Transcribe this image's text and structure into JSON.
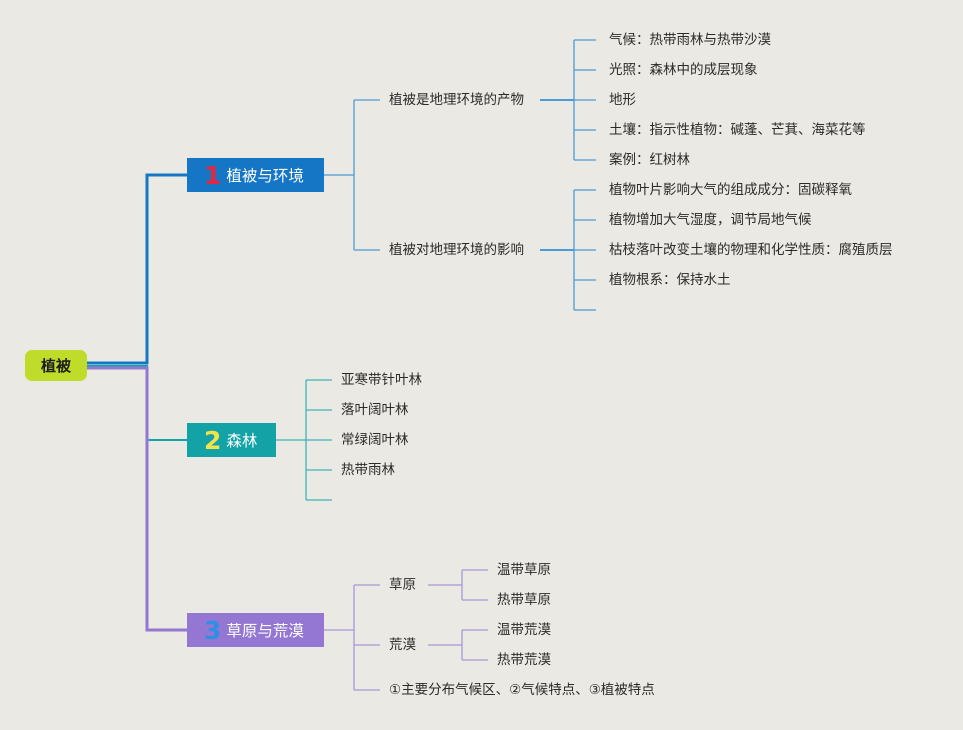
{
  "root": "植被",
  "topics": [
    {
      "num": "1",
      "label": "植被与环境",
      "subs": [
        {
          "label": "植被是地理环境的产物",
          "items": [
            "气候：热带雨林与热带沙漠",
            "光照：森林中的成层现象",
            "地形",
            "土壤：指示性植物：碱蓬、芒萁、海菜花等",
            "案例：红树林"
          ]
        },
        {
          "label": "植被对地理环境的影响",
          "items": [
            "植物叶片影响大气的组成成分：固碳释氧",
            "植物增加大气湿度，调节局地气候",
            "枯枝落叶改变土壤的物理和化学性质：腐殖质层",
            "植物根系：保持水土",
            ""
          ]
        }
      ]
    },
    {
      "num": "2",
      "label": "森林",
      "items": [
        "亚寒带针叶林",
        "落叶阔叶林",
        "常绿阔叶林",
        "热带雨林",
        ""
      ]
    },
    {
      "num": "3",
      "label": "草原与荒漠",
      "subs": [
        {
          "label": "草原",
          "items": [
            "温带草原",
            "热带草原"
          ]
        },
        {
          "label": "荒漠",
          "items": [
            "温带荒漠",
            "热带荒漠"
          ]
        },
        {
          "label": "①主要分布气候区、②气候特点、③植被特点",
          "items": []
        }
      ]
    }
  ],
  "colors": {
    "background": "#ebe9e3",
    "root": "#bfdc2b",
    "topic1": "#1576c6",
    "topic1_line": "#4a9bd6",
    "topic2": "#13a3a7",
    "topic2_line": "#3fb5b8",
    "topic3": "#9377d2",
    "topic3_line": "#a896d8",
    "num1": "#e3273f",
    "num2": "#f2e24c",
    "num3": "#2e8fe4"
  }
}
